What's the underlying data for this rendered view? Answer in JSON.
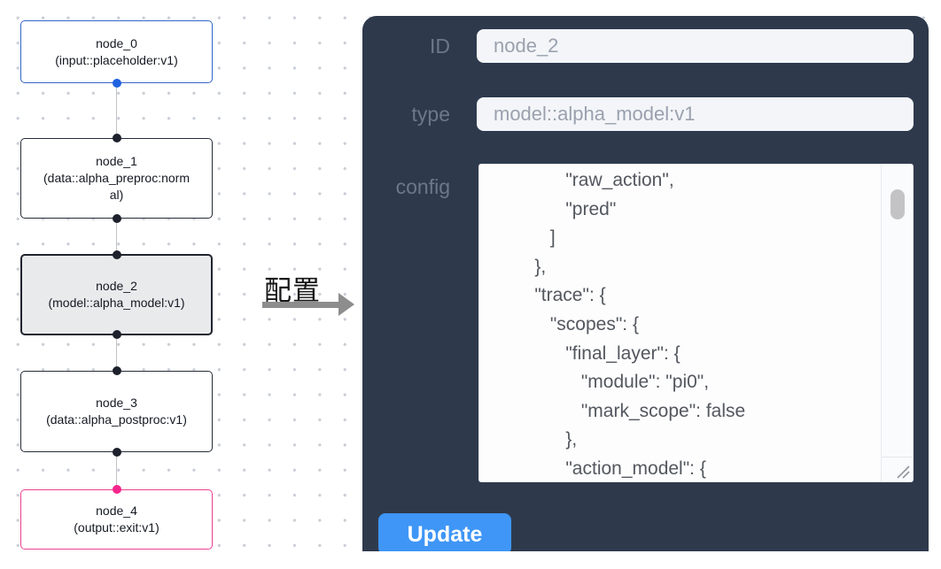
{
  "flowchart": {
    "nodes": [
      {
        "id": "node_0",
        "label": "node_0",
        "type": "(input::placeholder:v1)",
        "border_color": "#3465c8",
        "fill": "#ffffff",
        "port_top": null,
        "port_bottom": "#1f62e0",
        "selected": false
      },
      {
        "id": "node_1",
        "label": "node_1",
        "type": "(data::alpha_preproc:normal)",
        "border_color": "#252b38",
        "fill": "#ffffff",
        "port_top": "#1c212c",
        "port_bottom": "#1c212c",
        "selected": false
      },
      {
        "id": "node_2",
        "label": "node_2",
        "type": "(model::alpha_model:v1)",
        "border_color": "#20242e",
        "fill": "#e9eaec",
        "port_top": "#1c212c",
        "port_bottom": "#1c212c",
        "selected": true
      },
      {
        "id": "node_3",
        "label": "node_3",
        "type": "(data::alpha_postproc:v1)",
        "border_color": "#252b38",
        "fill": "#ffffff",
        "port_top": "#1c212c",
        "port_bottom": "#1c212c",
        "selected": false
      },
      {
        "id": "node_4",
        "label": "node_4",
        "type": "(output::exit:v1)",
        "border_color": "#ea4190",
        "fill": "#ffffff",
        "port_top": "#f5258c",
        "port_bottom": null,
        "selected": false
      }
    ]
  },
  "annotation": {
    "label": "配置"
  },
  "panel": {
    "fields": [
      {
        "label": "ID",
        "value": "node_2"
      },
      {
        "label": "type",
        "value": "model::alpha_model:v1"
      }
    ],
    "config_label": "config",
    "config_visible_text": "                \"raw_action\",\n                \"pred\"\n             ]\n          },\n          \"trace\": {\n             \"scopes\": {\n                \"final_layer\": {\n                   \"module\": \"pi0\",\n                   \"mark_scope\": false\n                },\n                \"action_model\": {",
    "update_label": "Update"
  },
  "colors": {
    "panel_background": "#2e3a4c",
    "button_blue": "#3f96f7",
    "node_selected_fill": "#e9eaec",
    "node_blue_border": "#3465c8",
    "node_pink_border": "#ea4190",
    "port_blue": "#1f62e0",
    "port_pink": "#f5258c",
    "connector_gray": "#c2c2c2"
  }
}
